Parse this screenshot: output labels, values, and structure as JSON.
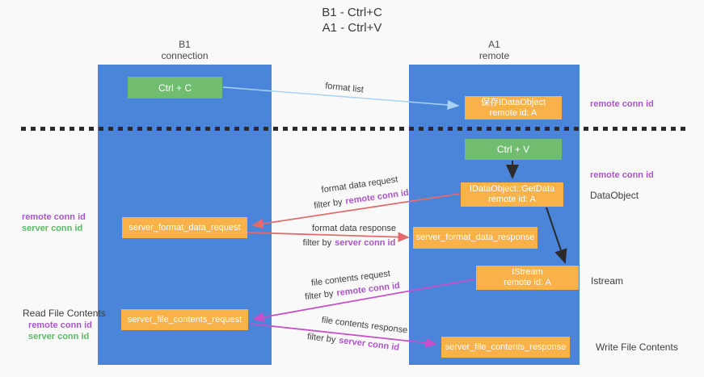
{
  "title": {
    "line1": "B1 - Ctrl+C",
    "line2": "A1 - Ctrl+V"
  },
  "lifelines": {
    "b1": {
      "name": "B1",
      "role": "connection"
    },
    "a1": {
      "name": "A1",
      "role": "remote"
    }
  },
  "nodes": {
    "ctrl_c": {
      "label": "Ctrl + C"
    },
    "ctrl_v": {
      "label": "Ctrl + V"
    },
    "save_idataobject": {
      "line1": "保存IDataObject",
      "line2": "remote id: A"
    },
    "idataobject_getdata": {
      "line1": "IDataObject::GetData",
      "line2": "remote id: A"
    },
    "istream": {
      "line1": "IStream",
      "line2": "remote id: A"
    },
    "server_format_data_request": {
      "label": "server_format_data_request"
    },
    "server_format_data_response": {
      "label": "server_format_data_response"
    },
    "server_file_contents_request": {
      "label": "server_file_contents_request"
    },
    "server_file_contents_response": {
      "label": "server_file_contents_response"
    }
  },
  "arrow_labels": {
    "format_list": "format list",
    "format_data_request": "format data request",
    "format_data_response": "format data response",
    "file_contents_request": "file contents request",
    "file_contents_response": "file contents response",
    "filter_by": "filter by"
  },
  "ids": {
    "remote": "remote conn id",
    "server": "server conn id"
  },
  "side_labels": {
    "dataobject": "DataObject",
    "istream": "Istream",
    "read_file_contents": "Read File Contents",
    "write_file_contents": "Write File Contents"
  },
  "colors": {
    "page-bg": "#f9f9fa",
    "lifeline-blue": "#4b85d9",
    "node-green": "#71bd70",
    "node-orange": "#f9b14a",
    "arrow-blue": "#a8d3f5",
    "arrow-red": "#e26c6c",
    "arrow-magenta": "#c850c8",
    "arrow-black": "#2b2b2b",
    "remote-id-purple": "#aa55c8",
    "server-id-green": "#5ab964",
    "text-dark": "#3d3d3d"
  }
}
